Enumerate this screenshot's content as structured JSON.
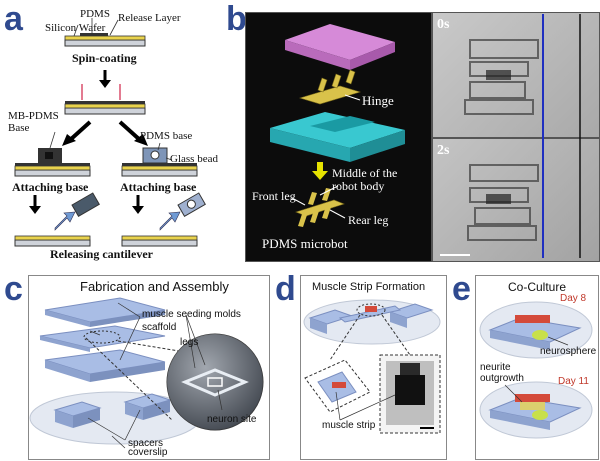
{
  "panel_a": {
    "label": "a",
    "pdms": "PDMS",
    "release_layer": "Release Layer",
    "silicon_wafer": "Silicon Wafer",
    "spin_coating": "Spin-coating",
    "mb_pdms_base": "MB-PDMS\nBase",
    "pdms_base": "PDMS base",
    "glass_bead": "Glass bead",
    "attaching_base_left": "Attaching base",
    "attaching_base_right": "Attaching base",
    "releasing_cantilever": "Releasing cantilever"
  },
  "panel_b": {
    "label": "b",
    "hinge": "Hinge",
    "middle_body": "Middle of the\nrobot body",
    "front_leg": "Front leg",
    "rear_leg": "Rear leg",
    "pdms_microbot": "PDMS microbot",
    "time_top": "0s",
    "time_bottom": "2s"
  },
  "panel_c": {
    "label": "c",
    "title": "Fabrication and Assembly",
    "muscle_molds": "muscle seeding molds",
    "scaffold": "scaffold",
    "legs": "legs",
    "neuron_site": "neuron site",
    "spacers": "spacers",
    "coverslip": "coverslip"
  },
  "panel_d": {
    "label": "d",
    "title": "Muscle Strip Formation",
    "muscle_strip": "muscle strip"
  },
  "panel_e": {
    "label": "e",
    "title": "Co-Culture",
    "day8": "Day 8",
    "day11": "Day 11",
    "neurosphere": "neurosphere",
    "neurite": "neurite\noutgrowth"
  },
  "colors": {
    "label_blue": "#2f4a8f",
    "pdms_blue": "#8ea3cf",
    "gold": "#d9c24a",
    "muscle_red": "#d44a3a",
    "day_red": "#c0392b",
    "neuro_green": "#c8e04a"
  }
}
